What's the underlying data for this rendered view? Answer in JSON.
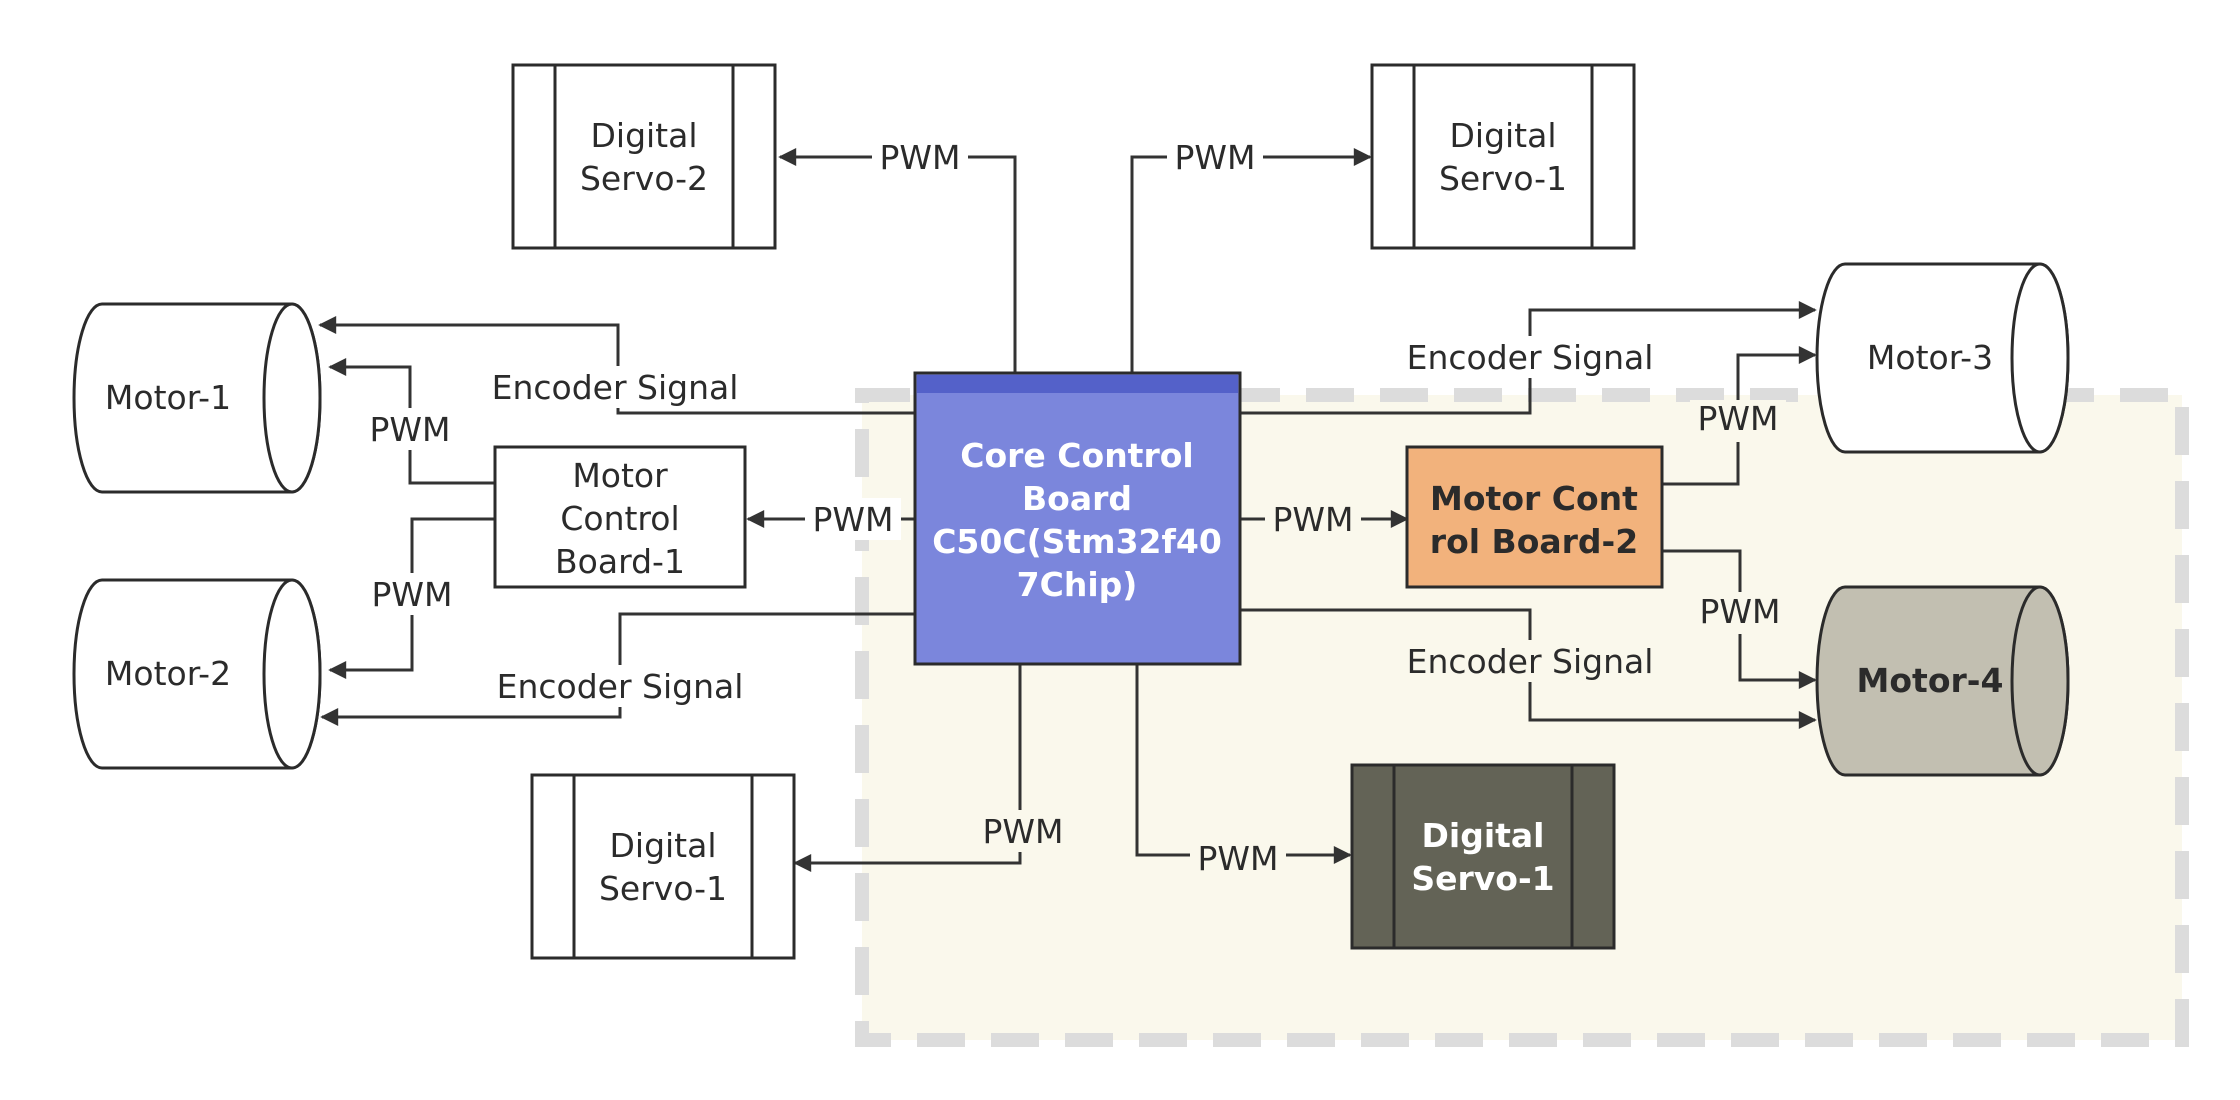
{
  "colors": {
    "core_fill": "#7b86dc",
    "core_top": "#5461c9",
    "board2_fill": "#f2b27c",
    "motor4_fill": "#c2bfb1",
    "servo_dark_fill": "#636356",
    "zone_fill": "#faf8ec",
    "zone_border": "#dcdcdc"
  },
  "nodes": {
    "core": [
      "Core Control",
      "Board",
      "C50C(Stm32f40",
      "7Chip)"
    ],
    "motor_board_1": [
      "Motor",
      "Control",
      "Board-1"
    ],
    "motor_board_2": [
      "Motor Cont",
      "rol Board-2"
    ],
    "servo_top_left": [
      "Digital",
      "Servo-2"
    ],
    "servo_top_right": [
      "Digital",
      "Servo-1"
    ],
    "servo_bottom_left": [
      "Digital",
      "Servo-1"
    ],
    "servo_bottom_right": [
      "Digital",
      "Servo-1"
    ],
    "motor_1": "Motor-1",
    "motor_2": "Motor-2",
    "motor_3": "Motor-3",
    "motor_4": "Motor-4"
  },
  "edge_labels": {
    "pwm_servo_top_left": "PWM",
    "pwm_servo_top_right": "PWM",
    "encoder_motor_1": "Encoder Signal",
    "pwm_motor_1": "PWM",
    "pwm_board_1": "PWM",
    "pwm_motor_2": "PWM",
    "encoder_motor_2": "Encoder Signal",
    "encoder_motor_3": "Encoder Signal",
    "pwm_motor_3": "PWM",
    "pwm_board_2": "PWM",
    "pwm_motor_4": "PWM",
    "encoder_motor_4": "Encoder Signal",
    "pwm_servo_bottom_left": "PWM",
    "pwm_servo_bottom_right": "PWM"
  }
}
